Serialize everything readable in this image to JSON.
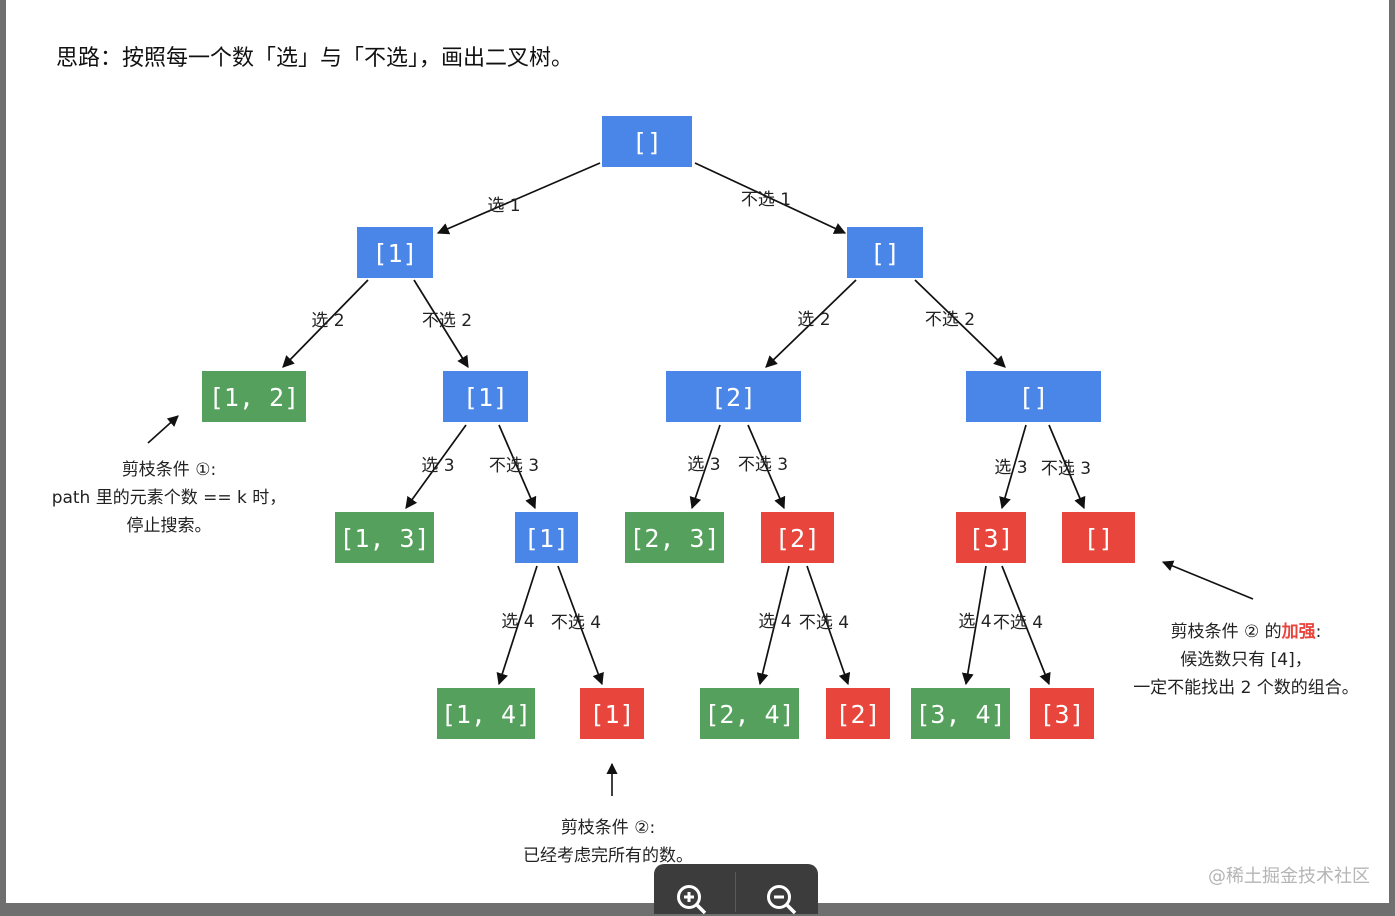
{
  "heading": "思路：按照每一个数「选」与「不选」，画出二叉树。",
  "colors": {
    "blue": "#4a86e8",
    "green": "#55a05d",
    "red": "#e8453c",
    "highlight": "#e8453c"
  },
  "nodes": [
    {
      "id": "n0",
      "label": "[]",
      "color": "blue"
    },
    {
      "id": "n1",
      "label": "[1]",
      "color": "blue"
    },
    {
      "id": "n2",
      "label": "[]",
      "color": "blue"
    },
    {
      "id": "n3",
      "label": "[1, 2]",
      "color": "green"
    },
    {
      "id": "n4",
      "label": "[1]",
      "color": "blue"
    },
    {
      "id": "n5",
      "label": "[2]",
      "color": "blue"
    },
    {
      "id": "n6",
      "label": "[]",
      "color": "blue"
    },
    {
      "id": "n7",
      "label": "[1, 3]",
      "color": "green"
    },
    {
      "id": "n8",
      "label": "[1]",
      "color": "blue"
    },
    {
      "id": "n9",
      "label": "[2, 3]",
      "color": "green"
    },
    {
      "id": "n10",
      "label": "[2]",
      "color": "red"
    },
    {
      "id": "n11",
      "label": "[3]",
      "color": "red"
    },
    {
      "id": "n12",
      "label": "[]",
      "color": "red"
    },
    {
      "id": "n13",
      "label": "[1, 4]",
      "color": "green"
    },
    {
      "id": "n14",
      "label": "[1]",
      "color": "red"
    },
    {
      "id": "n15",
      "label": "[2, 4]",
      "color": "green"
    },
    {
      "id": "n16",
      "label": "[2]",
      "color": "red"
    },
    {
      "id": "n17",
      "label": "[3, 4]",
      "color": "green"
    },
    {
      "id": "n18",
      "label": "[3]",
      "color": "red"
    }
  ],
  "edges": [
    {
      "from": "n0",
      "to": "n1",
      "label": "选 1"
    },
    {
      "from": "n0",
      "to": "n2",
      "label": "不选 1"
    },
    {
      "from": "n1",
      "to": "n3",
      "label": "选 2"
    },
    {
      "from": "n1",
      "to": "n4",
      "label": "不选 2"
    },
    {
      "from": "n2",
      "to": "n5",
      "label": "选 2"
    },
    {
      "from": "n2",
      "to": "n6",
      "label": "不选 2"
    },
    {
      "from": "n4",
      "to": "n7",
      "label": "选 3"
    },
    {
      "from": "n4",
      "to": "n8",
      "label": "不选 3"
    },
    {
      "from": "n5",
      "to": "n9",
      "label": "选 3"
    },
    {
      "from": "n5",
      "to": "n10",
      "label": "不选 3"
    },
    {
      "from": "n6",
      "to": "n11",
      "label": "选 3"
    },
    {
      "from": "n6",
      "to": "n12",
      "label": "不选 3"
    },
    {
      "from": "n8",
      "to": "n13",
      "label": "选 4"
    },
    {
      "from": "n8",
      "to": "n14",
      "label": "不选 4"
    },
    {
      "from": "n10",
      "to": "n15",
      "label": "选 4"
    },
    {
      "from": "n10",
      "to": "n16",
      "label": "不选 4"
    },
    {
      "from": "n11",
      "to": "n17",
      "label": "选 4"
    },
    {
      "from": "n11",
      "to": "n18",
      "label": "不选 4"
    }
  ],
  "notes": {
    "prune1": {
      "line1": "剪枝条件 ①:",
      "line2": "path 里的元素个数 == k 时，",
      "line3": "停止搜索。"
    },
    "prune2": {
      "line1": "剪枝条件 ②:",
      "line2": "已经考虑完所有的数。"
    },
    "prune3": {
      "line1_pre": "剪枝条件 ② 的",
      "line1_emph": "加强",
      "line1_post": ":",
      "line2": "候选数只有 [4]，",
      "line3": "一定不能找出 2 个数的组合。"
    }
  },
  "watermark": "@稀土掘金技术社区",
  "toolbar": {
    "zoom_in_icon": "zoom-in-icon",
    "zoom_out_icon": "zoom-out-icon"
  }
}
